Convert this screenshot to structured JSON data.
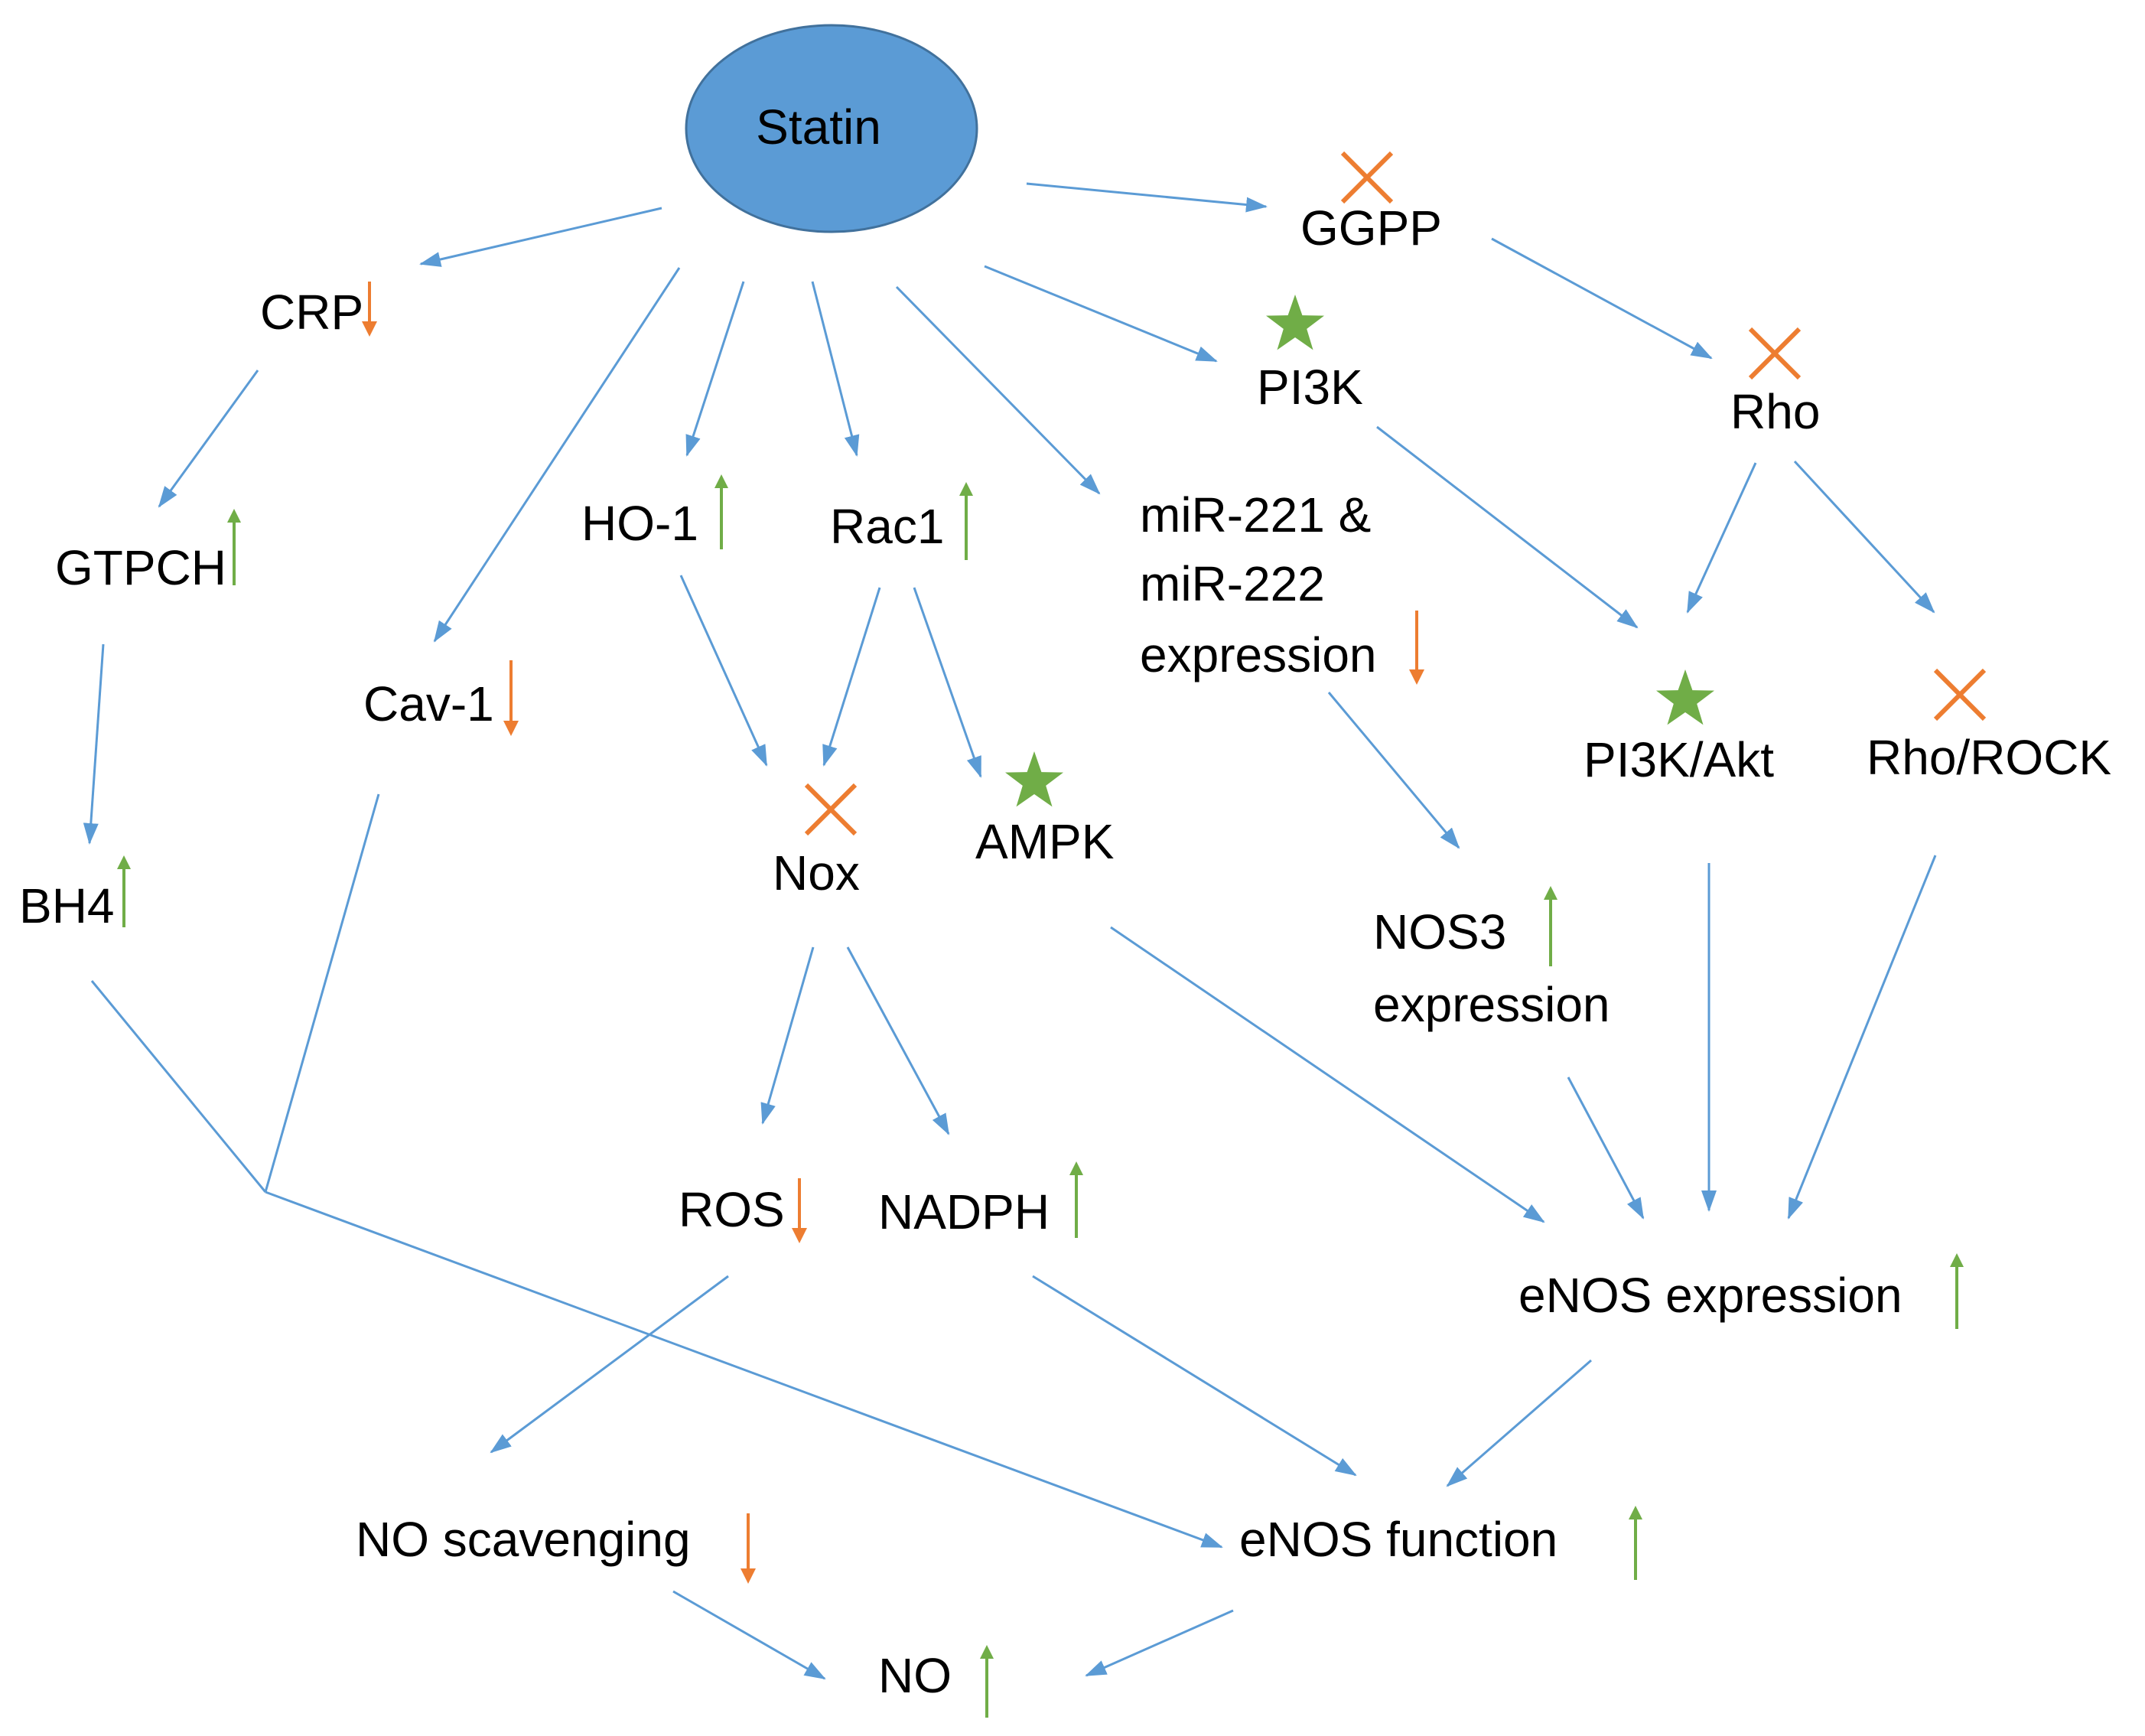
{
  "colors": {
    "source_fill": "#5b9bd5",
    "source_stroke": "#41719c",
    "edge": "#5b9bd5",
    "increase_arrow": "#70ad47",
    "decrease_arrow": "#ed7d31",
    "inhibit_mark": "#ed7d31",
    "activate_star": "#70ad47",
    "text": "#000000"
  },
  "legend_semantics": {
    "up-arrow": "increase",
    "down-arrow": "decrease",
    "x-mark": "inhibited",
    "star": "activated"
  },
  "nodes": {
    "statin": {
      "label": "Statin"
    },
    "crp": {
      "label": "CRP",
      "indicator": "down-arrow"
    },
    "gtpch": {
      "label": "GTPCH",
      "indicator": "up-arrow"
    },
    "bh4": {
      "label": "BH4",
      "indicator": "up-arrow"
    },
    "cav1": {
      "label": "Cav-1",
      "indicator": "down-arrow"
    },
    "ho1": {
      "label": "HO-1",
      "indicator": "up-arrow"
    },
    "rac1": {
      "label": "Rac1",
      "indicator": "up-arrow"
    },
    "nox": {
      "label": "Nox",
      "indicator": "x-mark"
    },
    "ampk": {
      "label": "AMPK",
      "indicator": "star"
    },
    "mir": {
      "line1": "miR-221 &",
      "line2": "miR-222",
      "line3": "expression",
      "indicator": "down-arrow"
    },
    "pi3k": {
      "label": "PI3K",
      "indicator": "star"
    },
    "ggpp": {
      "label": "GGPP",
      "indicator": "x-mark"
    },
    "rho": {
      "label": "Rho",
      "indicator": "x-mark"
    },
    "pi3k_akt": {
      "label": "PI3K/Akt",
      "indicator": "star"
    },
    "rho_rock": {
      "label": "Rho/ROCK",
      "indicator": "x-mark"
    },
    "nos3": {
      "line1": "NOS3",
      "line2": "expression",
      "indicator": "up-arrow"
    },
    "ros": {
      "label": "ROS",
      "indicator": "down-arrow"
    },
    "nadph": {
      "label": "NADPH",
      "indicator": "up-arrow"
    },
    "enos_expression": {
      "label": "eNOS expression",
      "indicator": "up-arrow"
    },
    "no_scavenging": {
      "label": "NO scavenging",
      "indicator": "down-arrow"
    },
    "enos_function": {
      "label": "eNOS function",
      "indicator": "up-arrow"
    },
    "no": {
      "label": "NO",
      "indicator": "up-arrow"
    }
  },
  "edges": [
    {
      "from": "statin",
      "to": "crp"
    },
    {
      "from": "statin",
      "to": "cav1"
    },
    {
      "from": "statin",
      "to": "ho1"
    },
    {
      "from": "statin",
      "to": "rac1"
    },
    {
      "from": "statin",
      "to": "mir"
    },
    {
      "from": "statin",
      "to": "pi3k"
    },
    {
      "from": "statin",
      "to": "ggpp"
    },
    {
      "from": "crp",
      "to": "gtpch"
    },
    {
      "from": "gtpch",
      "to": "bh4"
    },
    {
      "from": "ggpp",
      "to": "rho"
    },
    {
      "from": "rho",
      "to": "pi3k_akt"
    },
    {
      "from": "rho",
      "to": "rho_rock"
    },
    {
      "from": "pi3k",
      "to": "pi3k_akt"
    },
    {
      "from": "ho1",
      "to": "nox"
    },
    {
      "from": "rac1",
      "to": "nox"
    },
    {
      "from": "rac1",
      "to": "ampk"
    },
    {
      "from": "mir",
      "to": "nos3"
    },
    {
      "from": "nox",
      "to": "ros"
    },
    {
      "from": "nox",
      "to": "nadph"
    },
    {
      "from": "ampk",
      "to": "enos_expression"
    },
    {
      "from": "nos3",
      "to": "enos_expression"
    },
    {
      "from": "pi3k_akt",
      "to": "enos_expression"
    },
    {
      "from": "rho_rock",
      "to": "enos_expression"
    },
    {
      "from": "bh4",
      "to": "enos_function",
      "via": "junction"
    },
    {
      "from": "cav1",
      "to": "enos_function",
      "via": "junction"
    },
    {
      "from": "ros",
      "to": "no_scavenging"
    },
    {
      "from": "nadph",
      "to": "enos_function"
    },
    {
      "from": "enos_expression",
      "to": "enos_function"
    },
    {
      "from": "no_scavenging",
      "to": "no"
    },
    {
      "from": "enos_function",
      "to": "no"
    }
  ]
}
